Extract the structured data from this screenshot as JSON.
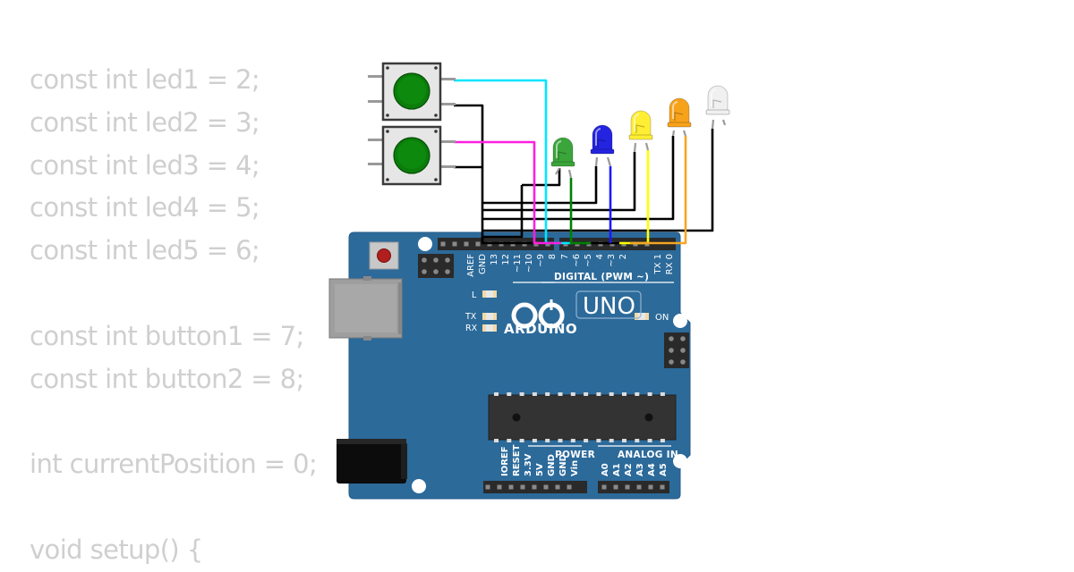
{
  "code_lines": [
    "const int led1 = 2;",
    "const int led2 = 3;",
    "const int led3 = 4;",
    "const int led4 = 5;",
    "const int led5 = 6;",
    "",
    "const int button1 = 7;",
    "const int button2 = 8;",
    "",
    "int currentPosition = 0;",
    "",
    "void setup() {"
  ],
  "board": {
    "brand": "ARDUINO",
    "model": "UNO",
    "digital_header": "DIGITAL (PWM ~)",
    "power_header": "POWER",
    "analog_header": "ANALOG IN",
    "top_pins": [
      "AREF",
      "GND",
      "13",
      "12",
      "~11",
      "~10",
      "~9",
      "8",
      "7",
      "~6",
      "~5",
      "4",
      "~3",
      "2",
      "TX 1",
      "RX 0"
    ],
    "power_pins": [
      "IOREF",
      "RESET",
      "3.3V",
      "5V",
      "GND",
      "GND",
      "Vin"
    ],
    "analog_pins": [
      "A0",
      "A1",
      "A2",
      "A3",
      "A4",
      "A5"
    ],
    "led_l": "L",
    "led_tx": "TX",
    "led_rx": "RX",
    "led_on": "ON",
    "color": "#2c6a9a"
  },
  "components": {
    "buttons": [
      {
        "name": "button1",
        "cap_color": "#0a7d0a"
      },
      {
        "name": "button2",
        "cap_color": "#0a7d0a"
      }
    ],
    "leds": [
      {
        "name": "led-green",
        "color": "#3aa53a"
      },
      {
        "name": "led-blue",
        "color": "#2323e0"
      },
      {
        "name": "led-yellow",
        "color": "#ffee33"
      },
      {
        "name": "led-orange",
        "color": "#f7a21b"
      },
      {
        "name": "led-white",
        "color": "#f0f0f0"
      }
    ]
  },
  "wires": [
    {
      "name": "wire-cyan",
      "color": "#00e5ff"
    },
    {
      "name": "wire-magenta",
      "color": "#ff1fe0"
    },
    {
      "name": "wire-green",
      "color": "#008000"
    },
    {
      "name": "wire-blue",
      "color": "#1a1aff"
    },
    {
      "name": "wire-yellow",
      "color": "#ffff00"
    },
    {
      "name": "wire-orange",
      "color": "#f5a623"
    },
    {
      "name": "wire-black",
      "color": "#000000"
    }
  ]
}
